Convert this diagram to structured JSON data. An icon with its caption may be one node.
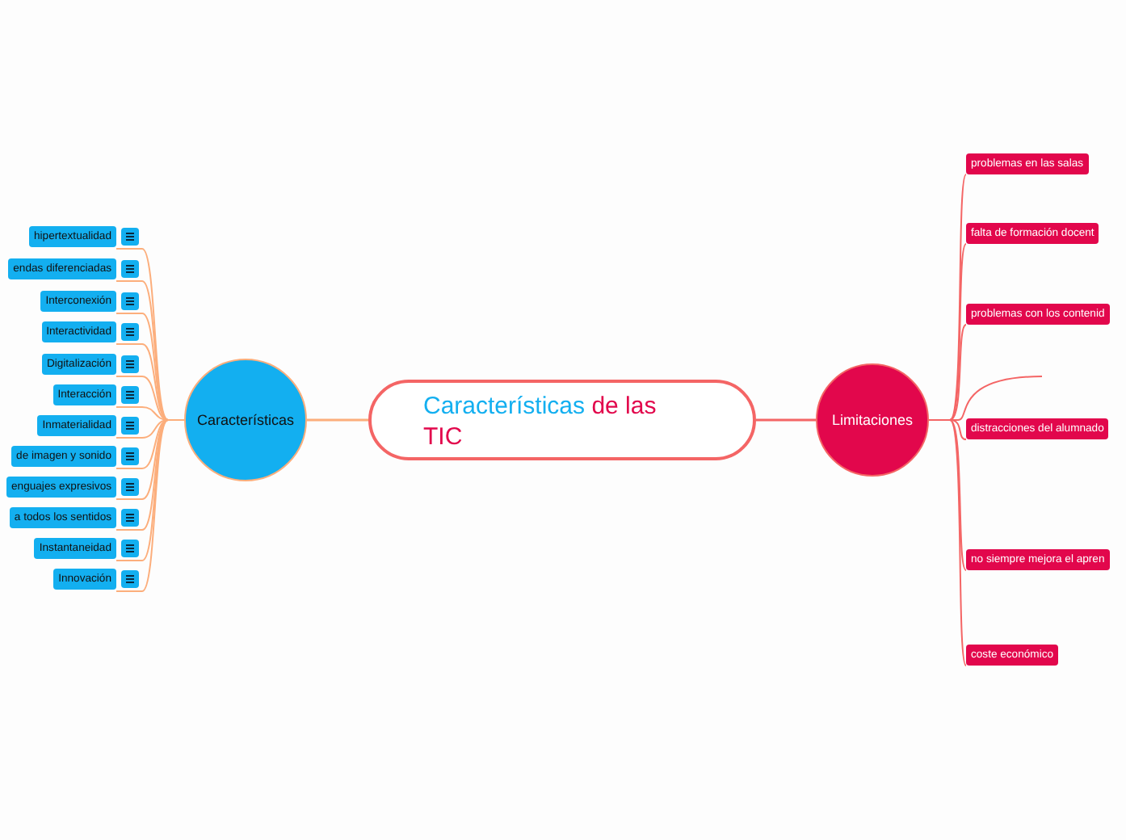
{
  "diagram": {
    "nodes": [
      {
        "text": [
          "Características",
          "de las TIC"
        ]
      },
      {
        "text": [
          "Características"
        ]
      },
      {
        "text": [
          "hipertextualidad"
        ]
      },
      {
        "text": [
          "endas diferenciadas"
        ]
      },
      {
        "text": [
          "Interconexión"
        ]
      },
      {
        "text": [
          "Interactividad"
        ]
      },
      {
        "text": [
          "Digitalización"
        ]
      },
      {
        "text": [
          "Interacción"
        ]
      },
      {
        "text": [
          "Inmaterialidad"
        ]
      },
      {
        "text": [
          "de imagen y sonido"
        ]
      },
      {
        "text": [
          "enguajes expresivos"
        ]
      },
      {
        "text": [
          "a todos los sentidos"
        ]
      },
      {
        "text": [
          "Instantaneidad"
        ]
      },
      {
        "text": [
          "Innovación"
        ]
      },
      {
        "text": [
          "Limitaciones"
        ]
      },
      {
        "text": [
          "problemas en las salas"
        ]
      },
      {
        "text": [
          "falta de formación docent"
        ]
      },
      {
        "text": [
          "problemas con los contenid"
        ]
      },
      {
        "text": [
          "distracciones del alumnado"
        ]
      },
      {
        "text": [
          "no siempre mejora el apren"
        ]
      },
      {
        "text": [
          "coste económico"
        ]
      }
    ],
    "edges": [
      {
        "from": 0,
        "to": 1,
        "arrow": "none"
      },
      {
        "from": 1,
        "to": 2,
        "arrow": "none"
      },
      {
        "from": 1,
        "to": 3,
        "arrow": "none"
      },
      {
        "from": 1,
        "to": 4,
        "arrow": "none"
      },
      {
        "from": 1,
        "to": 5,
        "arrow": "none"
      },
      {
        "from": 1,
        "to": 6,
        "arrow": "none"
      },
      {
        "from": 1,
        "to": 7,
        "arrow": "none"
      },
      {
        "from": 1,
        "to": 8,
        "arrow": "none"
      },
      {
        "from": 1,
        "to": 9,
        "arrow": "none"
      },
      {
        "from": 1,
        "to": 10,
        "arrow": "none"
      },
      {
        "from": 1,
        "to": 11,
        "arrow": "none"
      },
      {
        "from": 1,
        "to": 12,
        "arrow": "none"
      },
      {
        "from": 1,
        "to": 13,
        "arrow": "none"
      },
      {
        "from": 0,
        "to": 14,
        "arrow": "none",
        "color": "#f46565"
      },
      {
        "from": 14,
        "to": 15,
        "arrow": "none",
        "color": "#f46565"
      },
      {
        "from": 14,
        "to": 16,
        "arrow": "none",
        "color": "#f46565"
      },
      {
        "from": 14,
        "to": 17,
        "arrow": "none",
        "color": "#f46565"
      },
      {
        "from": 14,
        "to": null,
        "arrow": "none",
        "color": "#f46565"
      },
      {
        "from": 14,
        "to": 18,
        "arrow": "none",
        "color": "#f46565"
      },
      {
        "from": 14,
        "to": 19,
        "arrow": "none",
        "color": "#f46565"
      },
      {
        "from": 14,
        "to": 20,
        "arrow": "none",
        "color": "#f46565"
      }
    ]
  }
}
